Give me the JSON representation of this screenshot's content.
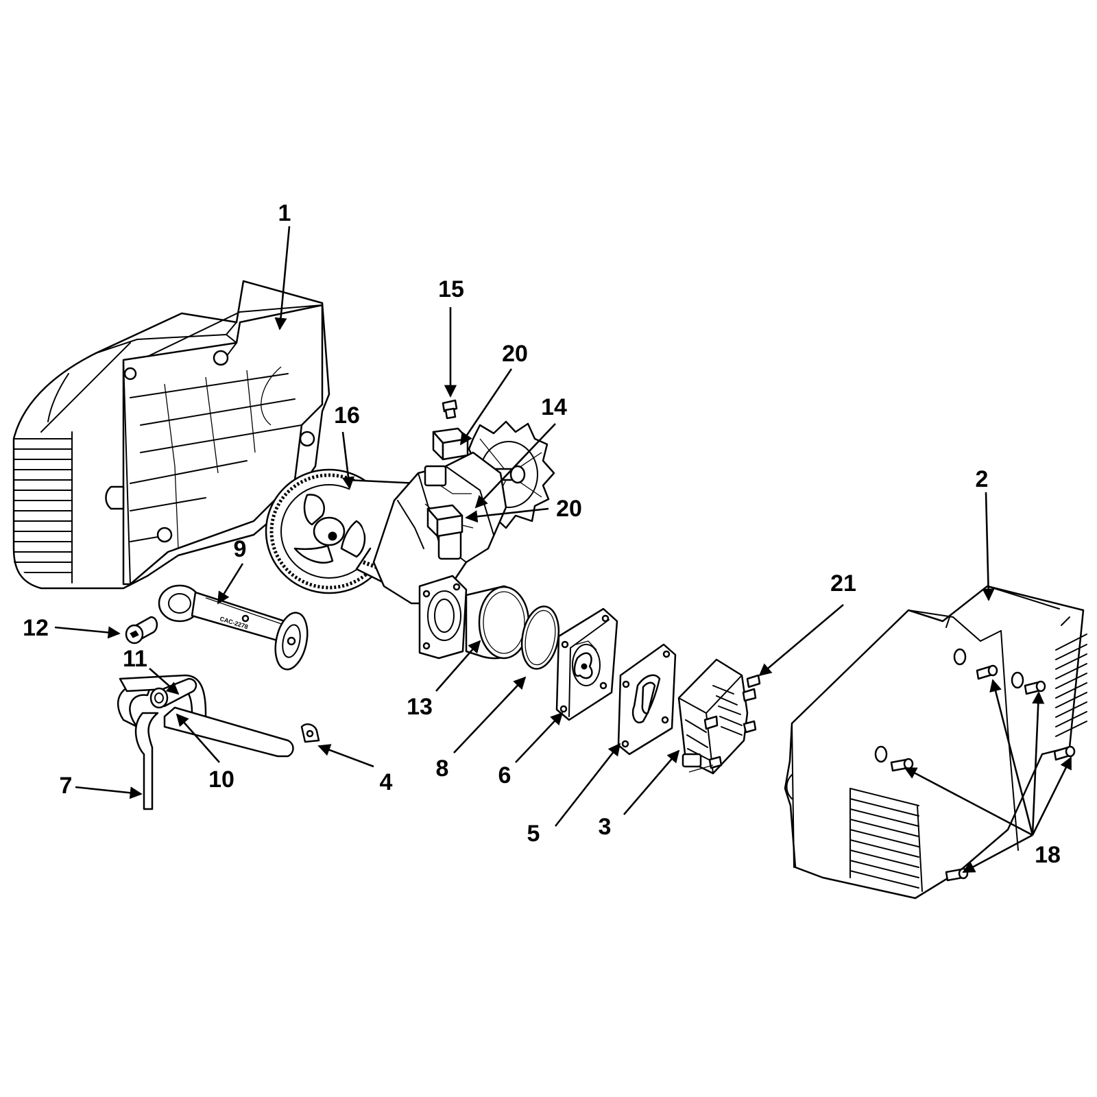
{
  "diagram": {
    "callouts": {
      "c1": "1",
      "c2": "2",
      "c3": "3",
      "c4": "4",
      "c5": "5",
      "c6": "6",
      "c7": "7",
      "c8": "8",
      "c9": "9",
      "c10": "10",
      "c11": "11",
      "c12": "12",
      "c13": "13",
      "c14": "14",
      "c15": "15",
      "c16": "16",
      "c18": "18",
      "c20a": "20",
      "c20b": "20",
      "c21": "21"
    },
    "rod_marking": "CAC-2278"
  },
  "colors": {
    "line": "#000000",
    "background": "#ffffff"
  }
}
